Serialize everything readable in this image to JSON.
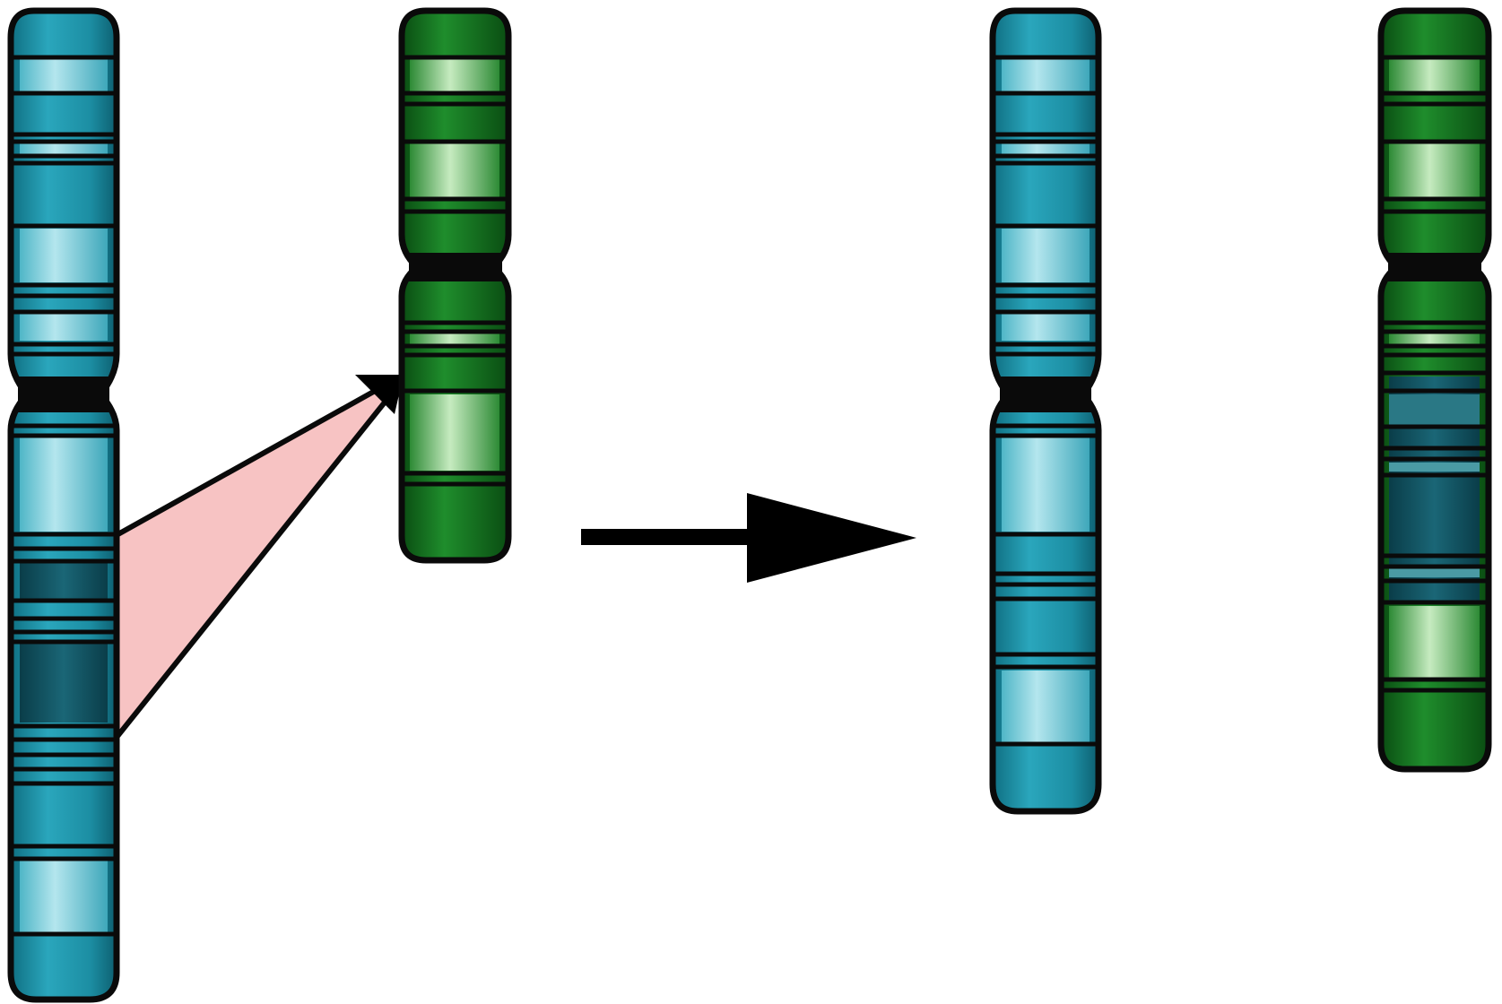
{
  "diagram": {
    "type": "chromosomal-translocation",
    "colors": {
      "blue_chromosome": "#1e93a8",
      "blue_light_band": "#8fd4df",
      "blue_dark_band": "#0f4f5e",
      "green_chromosome": "#137a1f",
      "green_light_band": "#a9d9a2",
      "outline": "#0a0a0a",
      "translocated_segment": "#f7c3c3",
      "arrow": "#000000",
      "background": "#ffffff"
    },
    "chromosomes": [
      {
        "id": "before-chromosome-a",
        "color": "blue"
      },
      {
        "id": "before-chromosome-b",
        "color": "green"
      },
      {
        "id": "after-chromosome-a",
        "color": "blue"
      },
      {
        "id": "after-chromosome-b",
        "color": "green",
        "contains_translocated_segment": true
      }
    ],
    "arrows": [
      {
        "id": "translocation-arrow",
        "from": "before-chromosome-a",
        "to": "before-chromosome-b"
      },
      {
        "id": "process-arrow",
        "meaning": "results in"
      }
    ]
  }
}
